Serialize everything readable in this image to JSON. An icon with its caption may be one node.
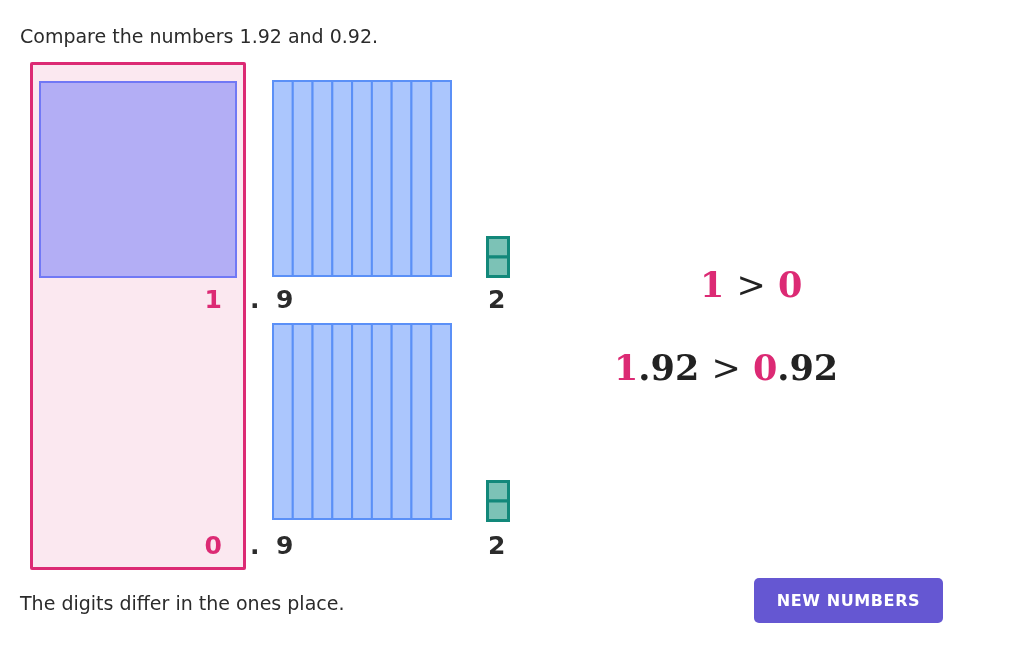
{
  "diagram": {
    "title": "Compare the numbers 1.92 and 0.92.",
    "caption": "The digits differ in the ones place.",
    "nodes": [
      {
        "text": [
          "1",
          "0"
        ]
      },
      {
        "text": [],
        "shape": "box",
        "in": 0
      }
    ],
    "labels": [
      ".",
      "9",
      "2",
      "1 > 0",
      "1.92 > 0.92",
      ".",
      "9",
      "2",
      "NEW NUMBERS"
    ]
  }
}
